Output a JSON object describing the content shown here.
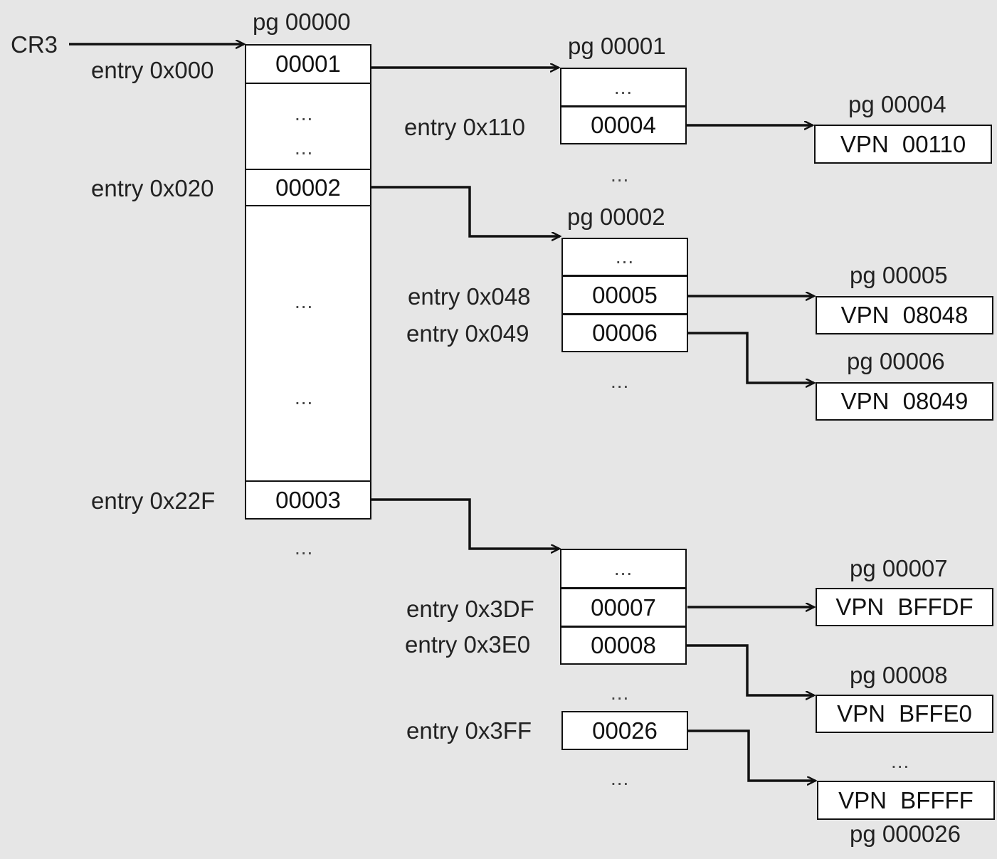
{
  "cr3": "CR3",
  "ellipsis": "...",
  "pg00000": {
    "title": "pg 00000",
    "entry_000": {
      "label": "entry 0x000",
      "value": "00001"
    },
    "entry_020": {
      "label": "entry 0x020",
      "value": "00002"
    },
    "entry_22F": {
      "label": "entry 0x22F",
      "value": "00003"
    }
  },
  "pg00001": {
    "title": "pg 00001",
    "entry_110": {
      "label": "entry 0x110",
      "value": "00004"
    }
  },
  "pg00002": {
    "title": "pg 00002",
    "entry_048": {
      "label": "entry 0x048",
      "value": "00005"
    },
    "entry_049": {
      "label": "entry 0x049",
      "value": "00006"
    }
  },
  "pg00003": {
    "entry_3DF": {
      "label": "entry 0x3DF",
      "value": "00007"
    },
    "entry_3E0": {
      "label": "entry 0x3E0",
      "value": "00008"
    },
    "entry_3FF": {
      "label": "entry 0x3FF",
      "value": "00026"
    }
  },
  "pages": {
    "p00004": {
      "title": "pg 00004",
      "vpn": "VPN 00110"
    },
    "p00005": {
      "title": "pg 00005",
      "vpn": "VPN 08048"
    },
    "p00006": {
      "title": "pg 00006",
      "vpn": "VPN 08049"
    },
    "p00007": {
      "title": "pg 00007",
      "vpn": "VPN BFFDF"
    },
    "p00008": {
      "title": "pg 00008",
      "vpn": "VPN BFFE0"
    },
    "p00026": {
      "title": "pg 000026",
      "vpn": "VPN BFFFF"
    }
  }
}
